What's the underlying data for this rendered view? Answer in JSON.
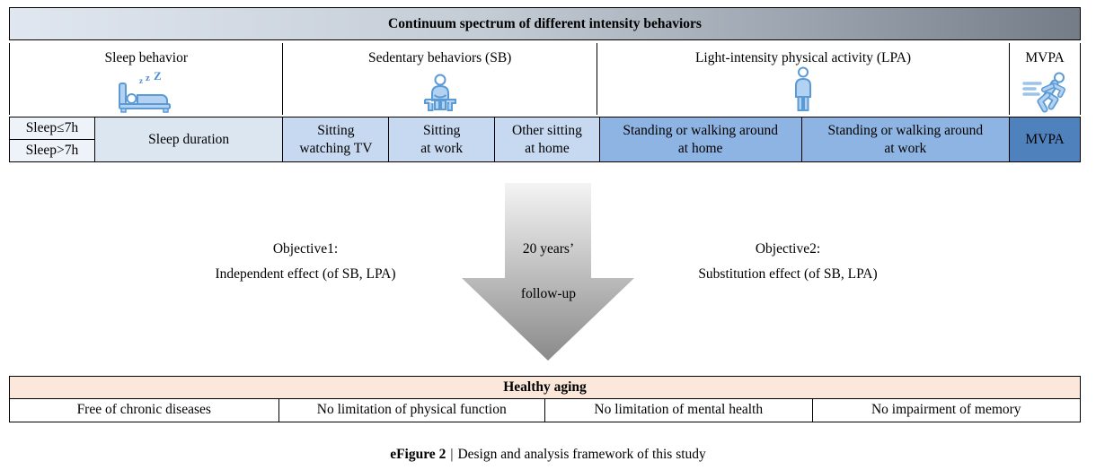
{
  "banner": {
    "title": "Continuum spectrum of different intensity behaviors"
  },
  "categories": [
    {
      "label": "Sleep behavior",
      "icon": "sleeping-bed-icon"
    },
    {
      "label": "Sedentary behaviors (SB)",
      "icon": "sitting-person-icon"
    },
    {
      "label": "Light-intensity physical activity (LPA)",
      "icon": "standing-person-icon"
    },
    {
      "label": "MVPA",
      "icon": "running-person-icon"
    }
  ],
  "spectrum": {
    "sleep_split": {
      "top": "Sleep≤7h",
      "bottom": "Sleep>7h",
      "bg": "#eef2f9"
    },
    "cells": [
      {
        "label": "Sleep duration",
        "bg": "#dce6f1"
      },
      {
        "label": "Sitting\nwatching TV",
        "bg": "#c6d9f0"
      },
      {
        "label": "Sitting\nat work",
        "bg": "#c6d9f0"
      },
      {
        "label": "Other sitting\nat home",
        "bg": "#c6d9f0"
      },
      {
        "label": "Standing or walking around\nat home",
        "bg": "#8eb4e3"
      },
      {
        "label": "Standing or walking around\nat work",
        "bg": "#8eb4e3"
      },
      {
        "label": "MVPA",
        "bg": "#4f81bd"
      }
    ]
  },
  "middle": {
    "objective1": {
      "line1": "Objective1:",
      "line2": "Independent effect (of SB, LPA)"
    },
    "objective2": {
      "line1": "Objective2:",
      "line2": "Substitution effect (of SB, LPA)"
    },
    "arrow": {
      "line1": "20 years’",
      "line2": "follow-up"
    }
  },
  "healthy_aging": {
    "title": "Healthy aging",
    "bg": "#fce8da",
    "outcomes": [
      "Free of chronic diseases",
      "No limitation of physical function",
      "No limitation of mental health",
      "No impairment of memory"
    ]
  },
  "caption": {
    "label": "eFigure 2",
    "separator": "|",
    "text": "Design and analysis framework of this study"
  },
  "colors": {
    "banner_gradient_left": "#e0e7f0",
    "banner_gradient_right": "#747d87",
    "sleep_split_bg": "#eef2f9",
    "sleep_duration_bg": "#dce6f1",
    "sitting_bg": "#c6d9f0",
    "standing_bg": "#8eb4e3",
    "mvpa_bg": "#4f81bd",
    "healthy_aging_header_bg": "#fce8da",
    "icon_stroke": "#5b9bd5",
    "icon_fill": "#b3d2f2",
    "arrow_gradient_top": "#f4f4f4",
    "arrow_gradient_bottom": "#8a8a8a"
  }
}
